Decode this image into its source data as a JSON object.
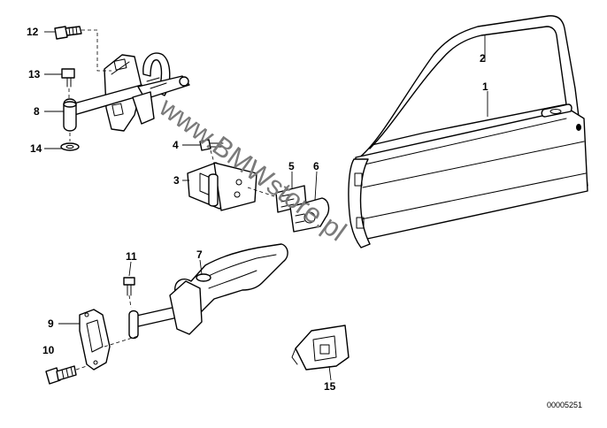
{
  "callouts": [
    {
      "id": "1",
      "label": "1"
    },
    {
      "id": "2",
      "label": "2"
    },
    {
      "id": "3",
      "label": "3"
    },
    {
      "id": "4",
      "label": "4"
    },
    {
      "id": "5",
      "label": "5"
    },
    {
      "id": "6",
      "label": "6"
    },
    {
      "id": "7",
      "label": "7"
    },
    {
      "id": "8",
      "label": "8"
    },
    {
      "id": "9",
      "label": "9"
    },
    {
      "id": "10",
      "label": "10"
    },
    {
      "id": "11",
      "label": "11"
    },
    {
      "id": "12",
      "label": "12"
    },
    {
      "id": "13",
      "label": "13"
    },
    {
      "id": "14",
      "label": "14"
    },
    {
      "id": "15",
      "label": "15"
    }
  ],
  "watermark": "www.BMWstore.pl",
  "document_number": "00005251"
}
